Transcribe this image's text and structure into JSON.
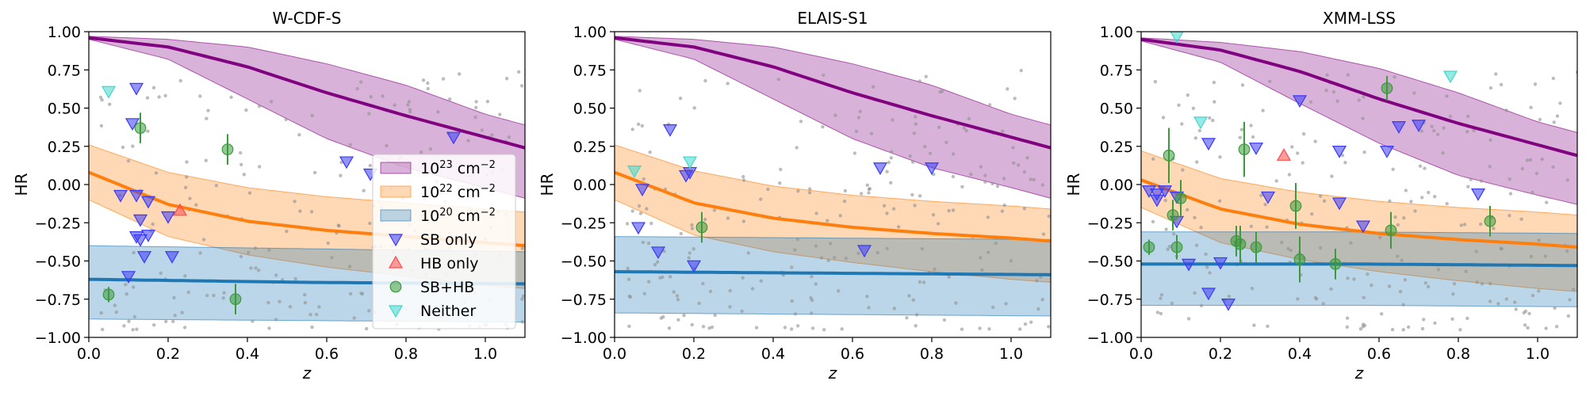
{
  "chart_data": [
    {
      "type": "scatter",
      "title": "W-CDF-S",
      "xlabel": "z",
      "ylabel": "HR",
      "xlim": [
        0,
        1.1
      ],
      "ylim": [
        -1,
        1
      ],
      "xticks": [
        "0.0",
        "0.2",
        "0.4",
        "0.6",
        "0.8",
        "1.0"
      ],
      "yticks": [
        "−1.00",
        "−0.75",
        "−0.50",
        "−0.25",
        "0.00",
        "0.25",
        "0.50",
        "0.75",
        "1.00"
      ],
      "legend_position": "center-right",
      "bands": [
        {
          "name": "10^23 cm^-2",
          "color": "#800080",
          "x": [
            0,
            0.2,
            0.4,
            0.6,
            0.8,
            1.0,
            1.1
          ],
          "center": [
            0.96,
            0.9,
            0.77,
            0.6,
            0.45,
            0.31,
            0.24
          ],
          "upper": [
            0.97,
            0.95,
            0.9,
            0.79,
            0.65,
            0.46,
            0.39
          ],
          "lower": [
            0.95,
            0.82,
            0.56,
            0.3,
            0.11,
            -0.02,
            -0.09
          ]
        },
        {
          "name": "10^22 cm^-2",
          "color": "#ff7f0e",
          "x": [
            0,
            0.2,
            0.4,
            0.6,
            0.8,
            1.0,
            1.1
          ],
          "center": [
            0.08,
            -0.13,
            -0.24,
            -0.3,
            -0.34,
            -0.38,
            -0.4
          ],
          "upper": [
            0.26,
            0.08,
            -0.02,
            -0.08,
            -0.12,
            -0.16,
            -0.18
          ],
          "lower": [
            -0.1,
            -0.34,
            -0.46,
            -0.54,
            -0.6,
            -0.66,
            -0.68
          ]
        },
        {
          "name": "10^20 cm^-2",
          "color": "#1f77b4",
          "x": [
            0,
            0.55,
            1.1
          ],
          "center": [
            -0.62,
            -0.64,
            -0.65
          ],
          "upper": [
            -0.4,
            -0.42,
            -0.44
          ],
          "lower": [
            -0.88,
            -0.89,
            -0.9
          ]
        }
      ],
      "series": [
        {
          "name": "SB only",
          "marker": "triangle-down",
          "color": "#3a3af5",
          "points": [
            [
              0.12,
              0.63
            ],
            [
              0.11,
              0.4
            ],
            [
              0.08,
              -0.07
            ],
            [
              0.12,
              -0.07
            ],
            [
              0.15,
              -0.11
            ],
            [
              0.13,
              -0.23
            ],
            [
              0.2,
              -0.21
            ],
            [
              0.12,
              -0.34
            ],
            [
              0.15,
              -0.33
            ],
            [
              0.13,
              -0.36
            ],
            [
              0.14,
              -0.47
            ],
            [
              0.21,
              -0.47
            ],
            [
              0.1,
              -0.6
            ],
            [
              0.92,
              0.31
            ],
            [
              0.65,
              0.15
            ],
            [
              0.71,
              0.07
            ]
          ]
        },
        {
          "name": "HB only",
          "marker": "triangle-up",
          "color": "#ff4a4a",
          "points": [
            [
              0.23,
              -0.17
            ]
          ]
        },
        {
          "name": "SB+HB",
          "marker": "circle",
          "color": "#3c9a3c",
          "points": [
            [
              0.13,
              0.37,
              0.1
            ],
            [
              0.35,
              0.23,
              0.1
            ],
            [
              0.05,
              -0.72,
              0.05
            ],
            [
              0.37,
              -0.75,
              0.1
            ]
          ]
        },
        {
          "name": "Neither",
          "marker": "triangle-down",
          "color": "#3fd8cc",
          "points": [
            [
              0.05,
              0.61
            ]
          ]
        }
      ]
    },
    {
      "type": "scatter",
      "title": "ELAIS-S1",
      "xlabel": "z",
      "ylabel": "HR",
      "xlim": [
        0,
        1.1
      ],
      "ylim": [
        -1,
        1
      ],
      "xticks": [
        "0.0",
        "0.2",
        "0.4",
        "0.6",
        "0.8",
        "1.0"
      ],
      "yticks": [
        "−1.00",
        "−0.75",
        "−0.50",
        "−0.25",
        "0.00",
        "0.25",
        "0.50",
        "0.75",
        "1.00"
      ],
      "bands": [
        {
          "name": "10^23 cm^-2",
          "color": "#800080",
          "x": [
            0,
            0.2,
            0.4,
            0.6,
            0.8,
            1.0,
            1.1
          ],
          "center": [
            0.96,
            0.9,
            0.77,
            0.6,
            0.45,
            0.31,
            0.24
          ],
          "upper": [
            0.97,
            0.95,
            0.9,
            0.79,
            0.65,
            0.46,
            0.39
          ],
          "lower": [
            0.95,
            0.82,
            0.56,
            0.3,
            0.11,
            -0.02,
            -0.09
          ]
        },
        {
          "name": "10^22 cm^-2",
          "color": "#ff7f0e",
          "x": [
            0,
            0.2,
            0.4,
            0.6,
            0.8,
            1.0,
            1.1
          ],
          "center": [
            0.08,
            -0.12,
            -0.22,
            -0.28,
            -0.32,
            -0.35,
            -0.37
          ],
          "upper": [
            0.26,
            0.09,
            -0.01,
            -0.07,
            -0.11,
            -0.14,
            -0.16
          ],
          "lower": [
            -0.1,
            -0.33,
            -0.44,
            -0.51,
            -0.57,
            -0.62,
            -0.64
          ]
        },
        {
          "name": "10^20 cm^-2",
          "color": "#1f77b4",
          "x": [
            0,
            0.55,
            1.1
          ],
          "center": [
            -0.57,
            -0.58,
            -0.59
          ],
          "upper": [
            -0.34,
            -0.35,
            -0.36
          ],
          "lower": [
            -0.84,
            -0.85,
            -0.86
          ]
        }
      ],
      "series": [
        {
          "name": "SB only",
          "marker": "triangle-down",
          "color": "#3a3af5",
          "points": [
            [
              0.14,
              0.36
            ],
            [
              0.07,
              -0.03
            ],
            [
              0.18,
              0.06
            ],
            [
              0.19,
              0.08
            ],
            [
              0.06,
              -0.28
            ],
            [
              0.11,
              -0.44
            ],
            [
              0.2,
              -0.53
            ],
            [
              0.67,
              0.11
            ],
            [
              0.8,
              0.11
            ],
            [
              0.63,
              -0.43
            ]
          ]
        },
        {
          "name": "HB only",
          "marker": "triangle-up",
          "color": "#ff4a4a",
          "points": []
        },
        {
          "name": "SB+HB",
          "marker": "circle",
          "color": "#3c9a3c",
          "points": [
            [
              0.22,
              -0.28,
              0.1
            ]
          ]
        },
        {
          "name": "Neither",
          "marker": "triangle-down",
          "color": "#3fd8cc",
          "points": [
            [
              0.05,
              0.09
            ],
            [
              0.19,
              0.15
            ]
          ]
        }
      ]
    },
    {
      "type": "scatter",
      "title": "XMM-LSS",
      "xlabel": "z",
      "ylabel": "HR",
      "xlim": [
        0,
        1.1
      ],
      "ylim": [
        -1,
        1
      ],
      "xticks": [
        "0.0",
        "0.2",
        "0.4",
        "0.6",
        "0.8",
        "1.0"
      ],
      "yticks": [
        "−1.00",
        "−0.75",
        "−0.50",
        "−0.25",
        "0.00",
        "0.25",
        "0.50",
        "0.75",
        "1.00"
      ],
      "bands": [
        {
          "name": "10^23 cm^-2",
          "color": "#800080",
          "x": [
            0,
            0.2,
            0.4,
            0.6,
            0.8,
            1.0,
            1.1
          ],
          "center": [
            0.95,
            0.88,
            0.74,
            0.56,
            0.4,
            0.26,
            0.19
          ],
          "upper": [
            0.96,
            0.93,
            0.87,
            0.76,
            0.6,
            0.41,
            0.34
          ],
          "lower": [
            0.94,
            0.8,
            0.53,
            0.27,
            0.06,
            -0.07,
            -0.13
          ]
        },
        {
          "name": "10^22 cm^-2",
          "color": "#ff7f0e",
          "x": [
            0,
            0.2,
            0.4,
            0.6,
            0.8,
            1.0,
            1.1
          ],
          "center": [
            0.03,
            -0.16,
            -0.26,
            -0.32,
            -0.36,
            -0.39,
            -0.41
          ],
          "upper": [
            0.22,
            0.04,
            -0.05,
            -0.11,
            -0.15,
            -0.18,
            -0.2
          ],
          "lower": [
            -0.15,
            -0.38,
            -0.49,
            -0.57,
            -0.63,
            -0.68,
            -0.7
          ]
        },
        {
          "name": "10^20 cm^-2",
          "color": "#1f77b4",
          "x": [
            0,
            0.55,
            1.1
          ],
          "center": [
            -0.52,
            -0.52,
            -0.53
          ],
          "upper": [
            -0.31,
            -0.31,
            -0.32
          ],
          "lower": [
            -0.79,
            -0.79,
            -0.8
          ]
        }
      ],
      "series": [
        {
          "name": "SB only",
          "marker": "triangle-down",
          "color": "#3a3af5",
          "points": [
            [
              0.02,
              -0.04
            ],
            [
              0.04,
              -0.06
            ],
            [
              0.06,
              -0.04
            ],
            [
              0.04,
              -0.1
            ],
            [
              0.09,
              -0.24
            ],
            [
              0.09,
              -0.08
            ],
            [
              0.17,
              0.27
            ],
            [
              0.29,
              0.24
            ],
            [
              0.32,
              -0.08
            ],
            [
              0.12,
              -0.52
            ],
            [
              0.2,
              -0.51
            ],
            [
              0.17,
              -0.71
            ],
            [
              0.22,
              -0.78
            ],
            [
              0.4,
              0.55
            ],
            [
              0.5,
              0.22
            ],
            [
              0.5,
              -0.12
            ],
            [
              0.56,
              -0.27
            ],
            [
              0.62,
              0.22
            ],
            [
              0.65,
              0.38
            ],
            [
              0.7,
              0.39
            ],
            [
              0.85,
              -0.06
            ]
          ]
        },
        {
          "name": "HB only",
          "marker": "triangle-up",
          "color": "#ff4a4a",
          "points": [
            [
              0.36,
              0.19
            ]
          ]
        },
        {
          "name": "SB+HB",
          "marker": "circle",
          "color": "#3c9a3c",
          "points": [
            [
              0.07,
              0.19,
              0.18
            ],
            [
              0.1,
              -0.09,
              0.12
            ],
            [
              0.08,
              -0.2,
              0.1
            ],
            [
              0.02,
              -0.41,
              0.05
            ],
            [
              0.09,
              -0.41,
              0.08
            ],
            [
              0.24,
              -0.37,
              0.1
            ],
            [
              0.25,
              -0.39,
              0.12
            ],
            [
              0.26,
              0.23,
              0.18
            ],
            [
              0.29,
              -0.41,
              0.1
            ],
            [
              0.39,
              -0.14,
              0.15
            ],
            [
              0.4,
              -0.49,
              0.15
            ],
            [
              0.49,
              -0.52,
              0.1
            ],
            [
              0.62,
              0.63,
              0.08
            ],
            [
              0.63,
              -0.3,
              0.12
            ],
            [
              0.88,
              -0.24,
              0.1
            ]
          ]
        },
        {
          "name": "Neither",
          "marker": "triangle-down",
          "color": "#3fd8cc",
          "points": [
            [
              0.09,
              0.97
            ],
            [
              0.15,
              0.41
            ],
            [
              0.78,
              0.71
            ]
          ]
        }
      ]
    }
  ],
  "legend": {
    "entries": [
      {
        "label": "10",
        "sup": "23",
        "unit": " cm",
        "unitsup": "−2",
        "kind": "band",
        "color": "#800080"
      },
      {
        "label": "10",
        "sup": "22",
        "unit": " cm",
        "unitsup": "−2",
        "kind": "band",
        "color": "#ff7f0e"
      },
      {
        "label": "10",
        "sup": "20",
        "unit": " cm",
        "unitsup": "−2",
        "kind": "band",
        "color": "#1f77b4"
      },
      {
        "label": "SB only",
        "kind": "triangle-down",
        "color": "#3a3af5"
      },
      {
        "label": "HB only",
        "kind": "triangle-up",
        "color": "#ff4a4a"
      },
      {
        "label": "SB+HB",
        "kind": "circle",
        "color": "#3c9a3c"
      },
      {
        "label": "Neither",
        "kind": "triangle-down",
        "color": "#3fd8cc"
      }
    ]
  }
}
